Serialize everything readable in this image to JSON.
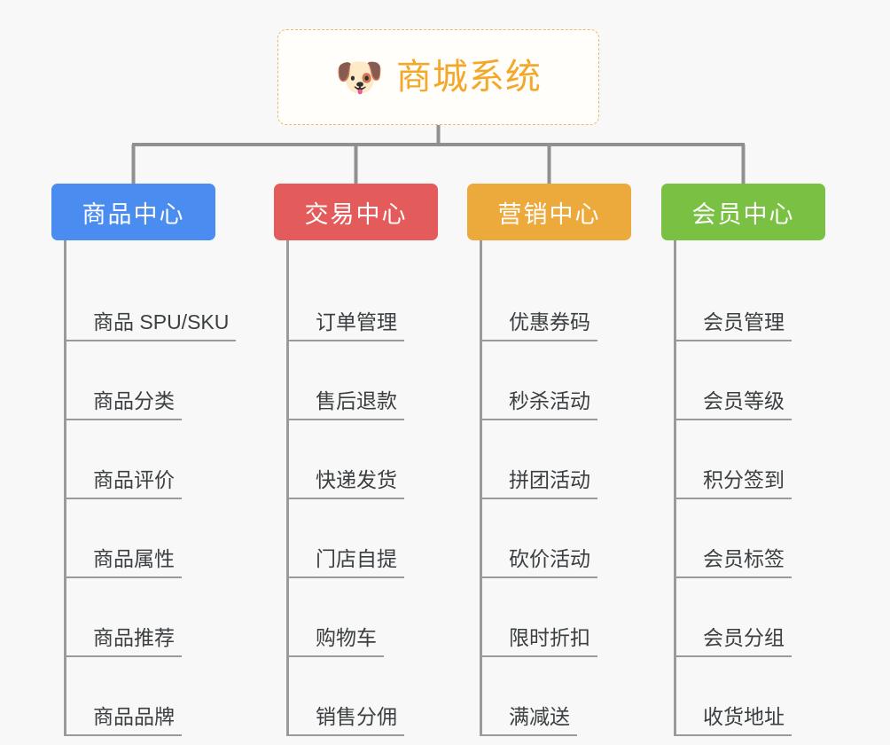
{
  "diagram": {
    "title": "商城系统",
    "root": {
      "icon": "dog-face-emoji",
      "icon_glyph": "🐶",
      "label": "商城系统",
      "text_color": "#f3a829",
      "border_color": "#e8b96a",
      "background": "#fffefb"
    },
    "background_color": "#f8f8f8",
    "connector_color": "#909090",
    "spine_color": "#9a9a9a",
    "leaf_text_color": "#3c3f41",
    "columns": [
      {
        "label": "商品中心",
        "color": "#4a8cf0",
        "items": [
          "商品 SPU/SKU",
          "商品分类",
          "商品评价",
          "商品属性",
          "商品推荐",
          "商品品牌"
        ]
      },
      {
        "label": "交易中心",
        "color": "#e35b5b",
        "items": [
          "订单管理",
          "售后退款",
          "快递发货",
          "门店自提",
          "购物车",
          "销售分佣"
        ]
      },
      {
        "label": "营销中心",
        "color": "#eca93c",
        "items": [
          "优惠券码",
          "秒杀活动",
          "拼团活动",
          "砍价活动",
          "限时折扣",
          "满减送"
        ]
      },
      {
        "label": "会员中心",
        "color": "#7ac143",
        "items": [
          "会员管理",
          "会员等级",
          "积分签到",
          "会员标签",
          "会员分组",
          "收货地址"
        ]
      }
    ]
  }
}
